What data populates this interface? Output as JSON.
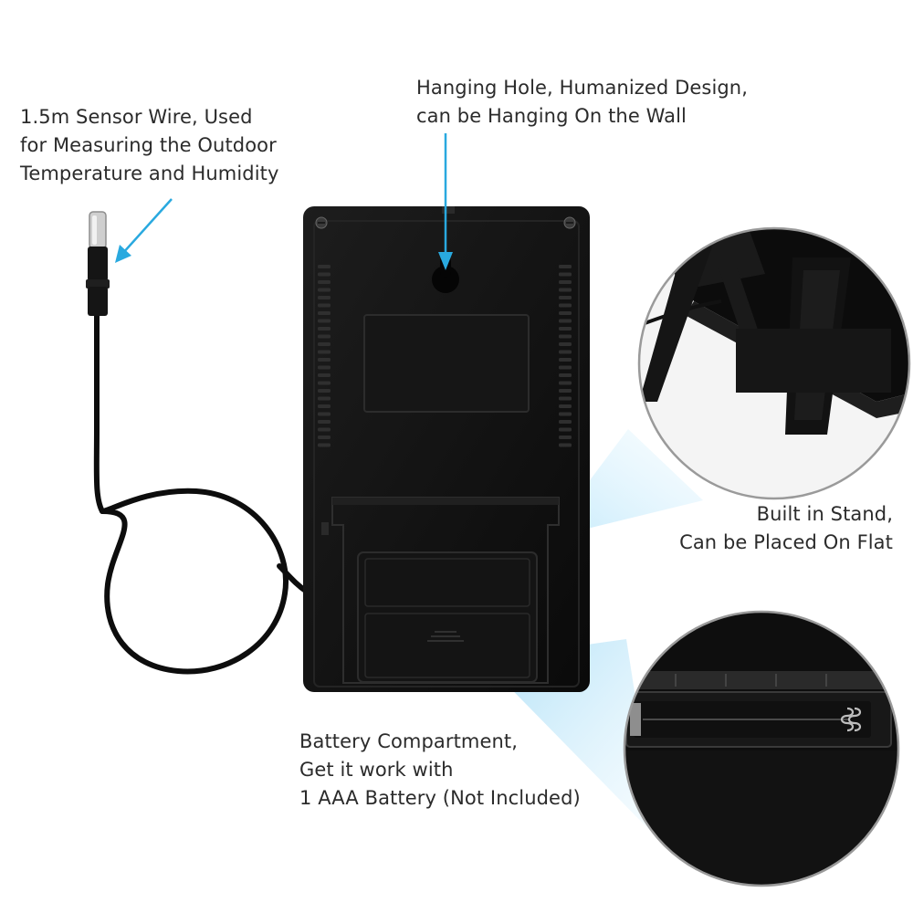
{
  "annotations": {
    "sensor_wire": {
      "lines": [
        "1.5m Sensor Wire, Used",
        "for Measuring the Outdoor",
        "Temperature and Humidity"
      ]
    },
    "hanging_hole": {
      "lines": [
        "Hanging Hole, Humanized Design,",
        "can be Hanging On the Wall"
      ]
    },
    "stand": {
      "lines": [
        "Built in Stand,",
        "Can be Placed On Flat"
      ]
    },
    "battery": {
      "lines": [
        "Battery Compartment,",
        "Get it work with",
        "1 AAA Battery (Not Included)"
      ]
    }
  },
  "colors": {
    "device_body": "#111111",
    "callout_arrow": "#29a9df",
    "text": "#2b2b2b",
    "magnifier_border": "#9a9a9a"
  },
  "icons": [
    "arrow-pointer-icon",
    "screw-icon",
    "vent-slot-icon"
  ]
}
